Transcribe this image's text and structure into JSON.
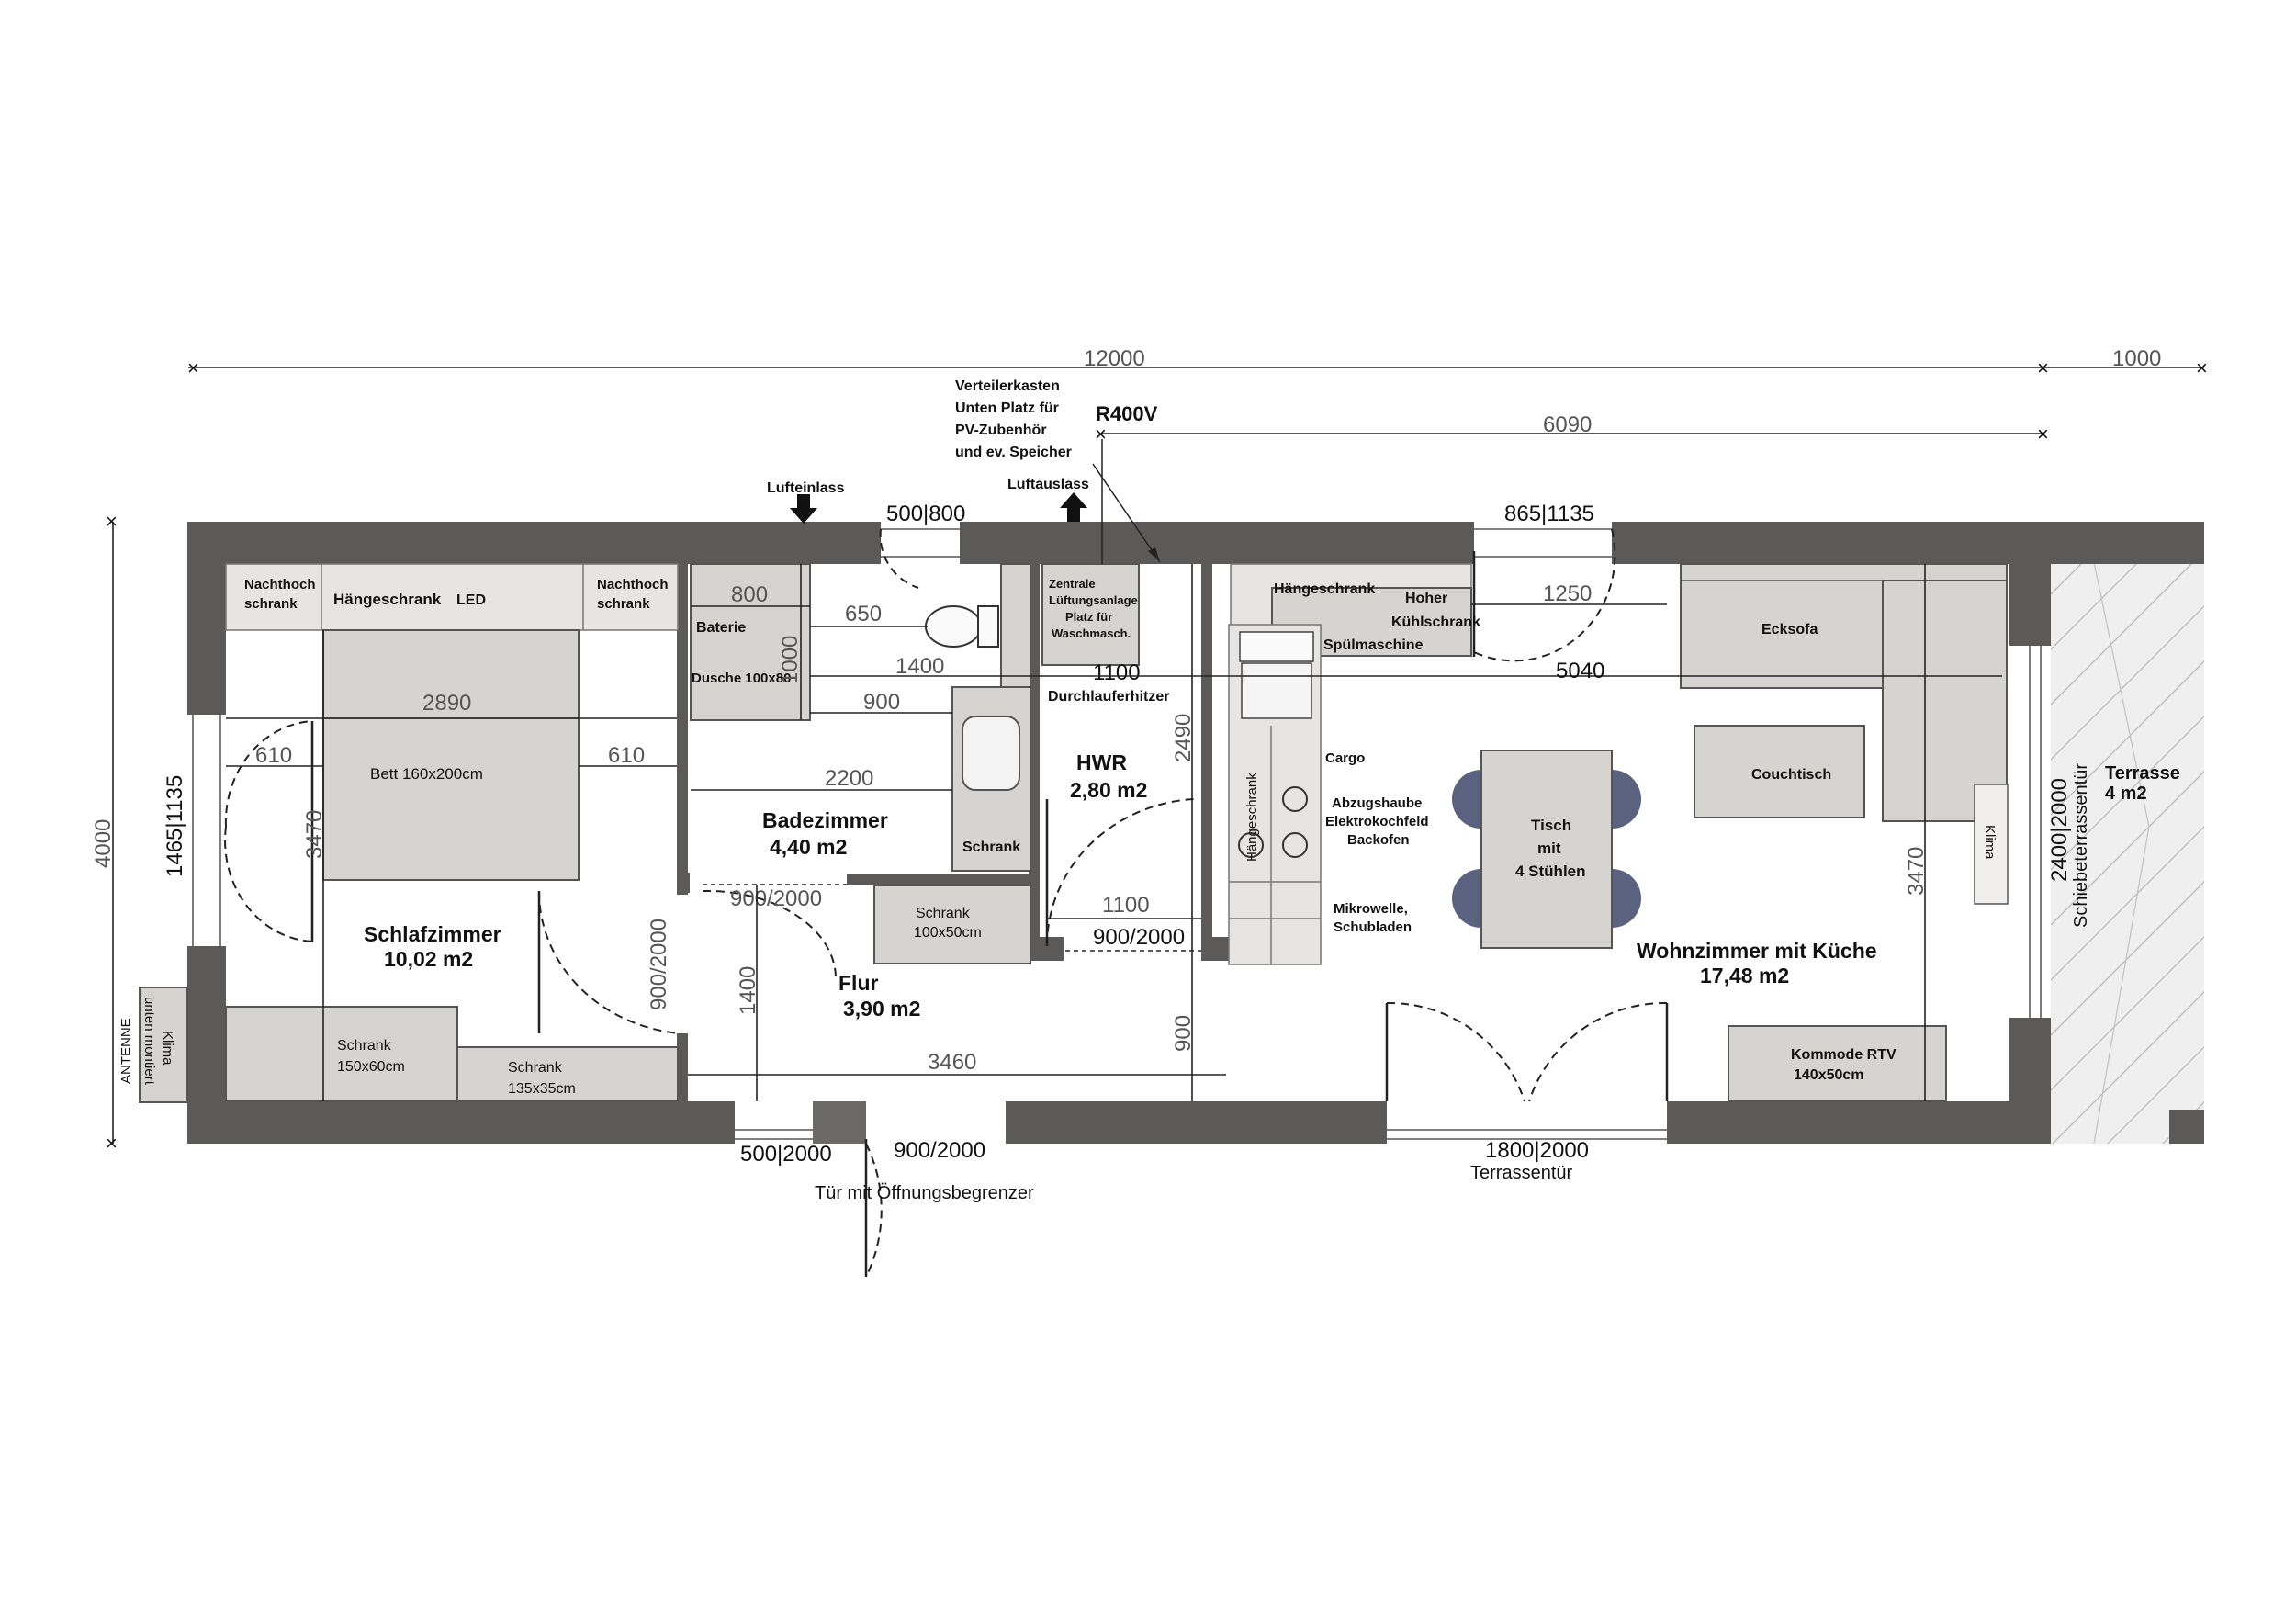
{
  "overall": {
    "length_main": "12000",
    "length_terrace": "1000",
    "width_total": "4000",
    "dim_6090": "6090"
  },
  "rooms": {
    "schlafzimmer": {
      "name": "Schlafzimmer",
      "area": "10,02 m2"
    },
    "badezimmer": {
      "name": "Badezimmer",
      "area": "4,40 m2"
    },
    "hwr": {
      "name": "HWR",
      "area": "2,80 m2"
    },
    "flur": {
      "name": "Flur",
      "area": "3,90 m2"
    },
    "wohnzimmer": {
      "name": "Wohnzimmer mit Küche",
      "area": "17,48 m2"
    },
    "terrasse": {
      "name": "Terrasse",
      "area": "4 m2"
    }
  },
  "furniture": {
    "nachthoch_left": [
      "Nachthoch",
      "schrank"
    ],
    "nachthoch_right": [
      "Nachthoch",
      "schrank"
    ],
    "haengeschrank_bed": "Hängeschrank",
    "led": "LED",
    "bett": "Bett 160x200cm",
    "schrank_150": [
      "Schrank",
      "150x60cm"
    ],
    "schrank_135": [
      "Schrank",
      "135x35cm"
    ],
    "klima_left": [
      "Klima",
      "unten montiert"
    ],
    "antenne": "ANTENNE",
    "baterie": "Baterie",
    "dusche": "Dusche 100x80",
    "schrank_bad": "Schrank",
    "schrank_hwr": [
      "Schrank",
      "100x50cm"
    ],
    "zentrale": [
      "Zentrale",
      "Lüftungsanlage",
      "Platz für",
      "Waschmasch."
    ],
    "durchlauferhitzer": "Durchlauferhitzer",
    "haengeschrank_kitchen": "Hängeschrank",
    "hoher": "Hoher",
    "kuehlschrank": "Kühlschrank",
    "spuelmaschine": "Spülmaschine",
    "haengeschrank_vertical": "Hängeschrank",
    "cargo": "Cargo",
    "abzug": [
      "Abzugshaube",
      "Elektrokochfeld",
      "Backofen"
    ],
    "mikrowelle": [
      "Mikrowelle,",
      "Schubladen"
    ],
    "tisch": [
      "Tisch",
      "mit",
      "4 Stühlen"
    ],
    "ecksofa": "Ecksofa",
    "couchtisch": "Couchtisch",
    "klima_right": "Klima",
    "kommode": [
      "Kommode RTV",
      "140x50cm"
    ]
  },
  "annotations": {
    "verteiler": [
      "Verteilerkasten",
      "Unten Platz für",
      "PV-Zubenhör",
      "und ev.  Speicher"
    ],
    "r400v": "R400V",
    "lufteinlass": "Lufteinlass",
    "luftauslass": "Luftauslass",
    "tuer_begrenzer": "Tür mit Öffnungsbegrenzer",
    "terrassentuer": "Terrassentür",
    "schiebe": "Schiebeterrassentür"
  },
  "dimensions": {
    "d500_800": "500|800",
    "d865_1135": "865|1135",
    "d2890": "2890",
    "d610_left": "610",
    "d610_right": "610",
    "d1465_1135": "1465|1135",
    "d3470_left": "3470",
    "d800": "800",
    "d1000": "1000",
    "d650": "650",
    "d1400_top": "1400",
    "d900": "900",
    "d2200": "2200",
    "d1100_top": "1100",
    "d2490": "2490",
    "d900_2000_bad": "900/2000",
    "d900_2000_schlaf": "900/2000",
    "d1400_flur": "1400",
    "d1100_hwr": "1100",
    "d900_2000_hwr": "900/2000",
    "d900_vert": "900",
    "d3460": "3460",
    "d500_2000": "500|2000",
    "d900_2000_entry": "900/2000",
    "d1250": "1250",
    "d5040": "5040",
    "d3470_right": "3470",
    "d2400_2000": "2400|2000",
    "d1800_2000": "1800|2000"
  },
  "colors": {
    "wall": "#5c5a59",
    "furniture": "#d6d4d1",
    "chairs": "#5b6280",
    "terrace": "#efefef"
  }
}
